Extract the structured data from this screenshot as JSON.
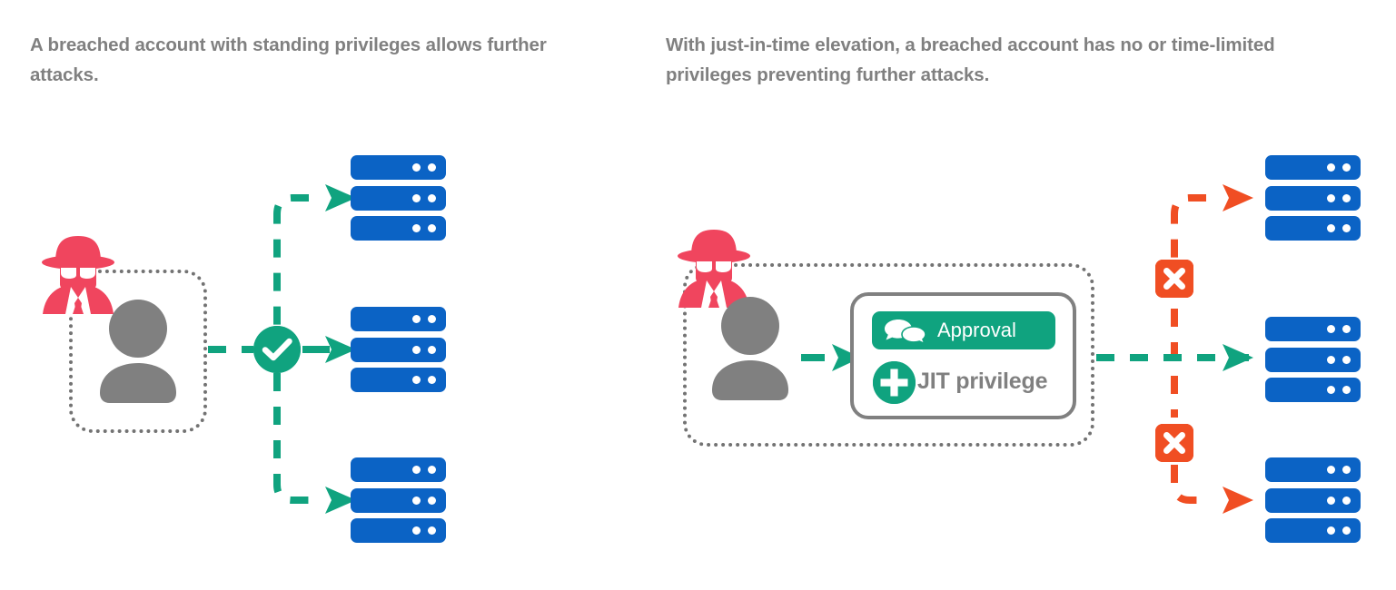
{
  "diagram": {
    "title": "Standing privileges versus just-in-time elevation",
    "colors": {
      "attacker_red": "#f0455e",
      "server_blue": "#0b63c5",
      "success_green": "#10a37f",
      "block_orange": "#f04e23",
      "neutral_gray": "#808080",
      "dotted_gray": "#737373",
      "background": "#ffffff"
    },
    "panels": [
      {
        "id": "standing-privileges",
        "caption": "A breached account with standing privileges allows further attacks.",
        "caption_lines": [
          "A breached account with standing privileges",
          "allows further attacks."
        ],
        "actors": [
          {
            "name": "attacker",
            "icon": "spy-icon",
            "color": "#f0455e"
          },
          {
            "name": "user-account",
            "icon": "user-icon",
            "color": "#808080"
          }
        ],
        "gateway": {
          "icon": "check-circle-icon",
          "state": "allowed",
          "color": "#10a37f"
        },
        "flow_color": "#10a37f",
        "flow_style": "dashed",
        "targets": [
          {
            "name": "server-stack-top",
            "units": 3,
            "reached": true
          },
          {
            "name": "server-stack-middle",
            "units": 3,
            "reached": true
          },
          {
            "name": "server-stack-bottom",
            "units": 3,
            "reached": true
          }
        ]
      },
      {
        "id": "just-in-time-elevation",
        "caption": "With just-in-time elevation, a breached account has no or time-limited privileges preventing further attacks.",
        "caption_lines": [
          "With just-in-time elevation, a breached account has no",
          "or time-limited privileges preventing further attacks."
        ],
        "actors": [
          {
            "name": "attacker",
            "icon": "spy-icon",
            "color": "#f0455e"
          },
          {
            "name": "user-account",
            "icon": "user-icon",
            "color": "#808080"
          }
        ],
        "jit_card": {
          "approval_label": "Approval",
          "approval_icon": "speech-bubbles-icon",
          "approval_color": "#10a37f",
          "privilege_label": "JIT privilege",
          "privilege_icon": "plus-circle-icon",
          "privilege_color": "#10a37f"
        },
        "blocks": [
          {
            "name": "block-badge-top",
            "icon": "x-mark-icon",
            "color": "#f04e23"
          },
          {
            "name": "block-badge-bottom",
            "icon": "x-mark-icon",
            "color": "#f04e23"
          }
        ],
        "flow_color_blocked": "#f04e23",
        "flow_color_allowed": "#10a37f",
        "flow_style": "dashed",
        "targets": [
          {
            "name": "server-stack-top",
            "units": 3,
            "reached": false
          },
          {
            "name": "server-stack-middle",
            "units": 3,
            "reached": true
          },
          {
            "name": "server-stack-bottom",
            "units": 3,
            "reached": false
          }
        ]
      }
    ]
  }
}
